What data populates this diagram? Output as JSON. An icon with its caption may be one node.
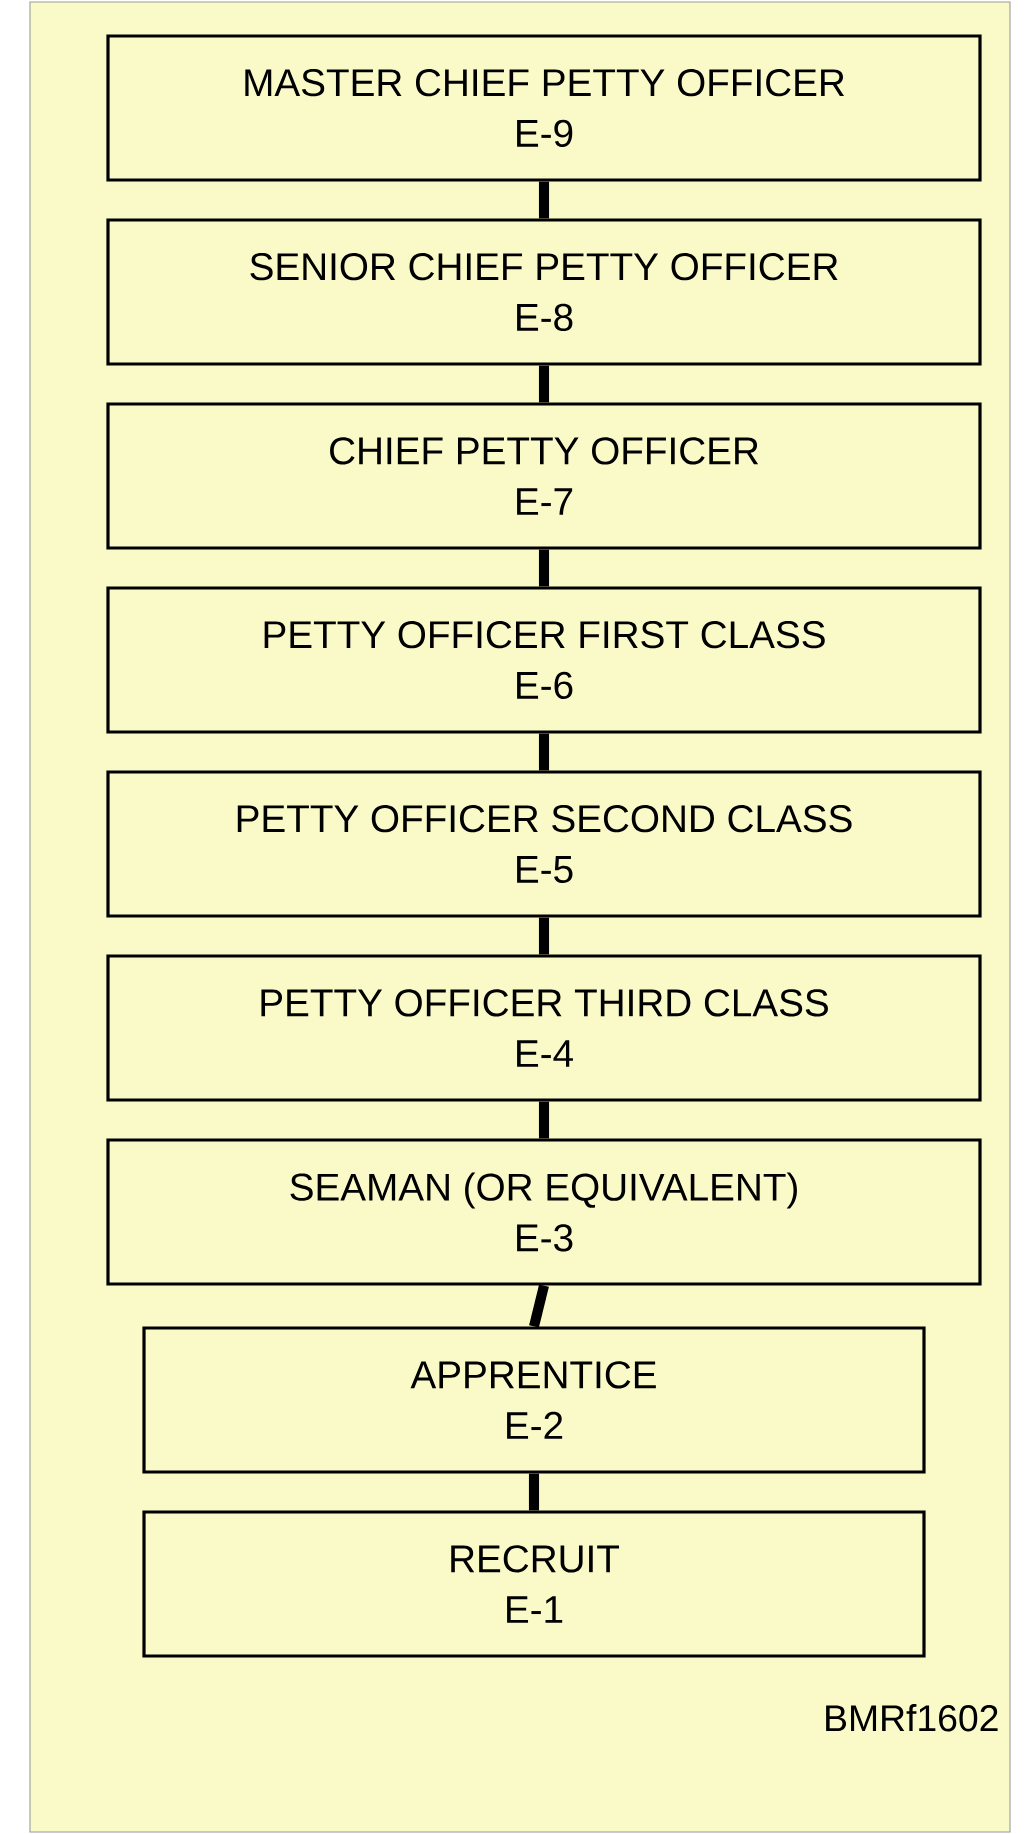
{
  "diagram": {
    "nodes": [
      {
        "text": [
          "MASTER CHIEF PETTY OFFICER",
          "E-9"
        ]
      },
      {
        "text": [
          "SENIOR CHIEF PETTY OFFICER",
          "E-8"
        ]
      },
      {
        "text": [
          "CHIEF PETTY OFFICER",
          "E-7"
        ]
      },
      {
        "text": [
          "PETTY OFFICER FIRST CLASS",
          "E-6"
        ]
      },
      {
        "text": [
          "PETTY OFFICER SECOND CLASS",
          "E-5"
        ]
      },
      {
        "text": [
          "PETTY OFFICER THIRD CLASS",
          "E-4"
        ]
      },
      {
        "text": [
          "SEAMAN (OR EQUIVALENT)",
          "E-3"
        ]
      },
      {
        "text": [
          "APPRENTICE",
          "E-2"
        ]
      },
      {
        "text": [
          "RECRUIT",
          "E-1"
        ]
      }
    ],
    "edges": [
      {
        "from": 0,
        "to": 1,
        "arrow": "none"
      },
      {
        "from": 1,
        "to": 2,
        "arrow": "none"
      },
      {
        "from": 2,
        "to": 3,
        "arrow": "none"
      },
      {
        "from": 3,
        "to": 4,
        "arrow": "none"
      },
      {
        "from": 4,
        "to": 5,
        "arrow": "none"
      },
      {
        "from": 5,
        "to": 6,
        "arrow": "none"
      },
      {
        "from": 6,
        "to": 7,
        "arrow": "none"
      },
      {
        "from": 7,
        "to": 8,
        "arrow": "none"
      }
    ],
    "labels": [
      "BMRf1602"
    ]
  }
}
